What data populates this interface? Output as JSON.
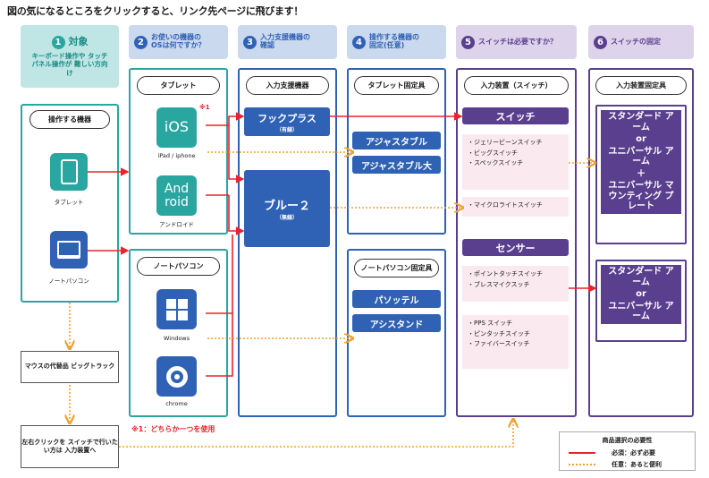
{
  "title": "図の気になるところをクリックすると、リンク先ページに飛びます！",
  "steps": [
    {
      "num": "1",
      "label": "対象"
    },
    {
      "num": "2",
      "label": "お使いの機器の OSは何ですか？"
    },
    {
      "num": "3",
      "label": "入力支援機器の 確認"
    },
    {
      "num": "4",
      "label": "操作する機器の 固定(任意)"
    },
    {
      "num": "5",
      "label": "スイッチは必要ですか？"
    },
    {
      "num": "6",
      "label": "スイッチの固定"
    }
  ],
  "target_desc": "キーボード操作や タッチパネル操作が 難しい方向け",
  "col1": {
    "header": "操作する機器",
    "tablet": "タブレット",
    "notepc": "ノートパソコン"
  },
  "col2": {
    "tablet_header": "タブレット",
    "ios_icon": "iOS",
    "ios_label": "iPad / iphone",
    "android_icon": "And roid",
    "android_label": "アンドロイド",
    "pc_header": "ノートパソコン",
    "windows_label": "Windows",
    "chrome_label": "chrome",
    "footnote_mark": "※1"
  },
  "col3": {
    "header": "入力支援機器",
    "device1": "フックプラス",
    "device1_sub": "（有線）",
    "device2": "ブルー２",
    "device2_sub": "（無線）"
  },
  "col4": {
    "tablet_header": "タブレット固定具",
    "tablet_items": [
      "アジャスタブル",
      "アジャスタブル大"
    ],
    "pc_header": "ノートパソコン固定具",
    "pc_items": [
      "パソッテル",
      "アシスタンド"
    ]
  },
  "col5": {
    "header": "入力装置（スイッチ）",
    "switch_label": "スイッチ",
    "switch_list1": [
      "・ジェリービーンスイッチ",
      "・ビッグスイッチ",
      "・スペックスイッチ"
    ],
    "switch_list2": [
      "・マイクロライトスイッチ"
    ],
    "sensor_label": "センサー",
    "sensor_list1": [
      "・ポイントタッチスイッチ",
      "・ブレスマイクスッチ"
    ],
    "sensor_list2": [
      "・PPS スイッチ",
      "・ピンタッチスイッチ",
      "・ファイバースイッチ"
    ]
  },
  "col6": {
    "header": "入力装置固定具",
    "box1": [
      "スタンダード アーム",
      "or",
      "ユニバーサル アーム",
      "＋",
      "ユニバーサル マウンティング プレート"
    ],
    "box2": [
      "スタンダード アーム",
      "or",
      "ユニバーサル アーム"
    ]
  },
  "bottom": {
    "mouse_alt": "マウスの代替品 ビッグトラック",
    "click_switch": "左右クリックを スイッチで行いたい方は 入力装置へ",
    "footnote": "※1：どちらか一つを使用"
  },
  "legend": {
    "title": "商品選択の必要性",
    "required": "必須：必ず必要",
    "optional": "任意：あると便利"
  },
  "colors": {
    "teal": "#2aa6a0",
    "blue": "#2f62b5",
    "purple": "#5b3f8f",
    "red": "#e8232a",
    "orange": "#f0a030"
  }
}
